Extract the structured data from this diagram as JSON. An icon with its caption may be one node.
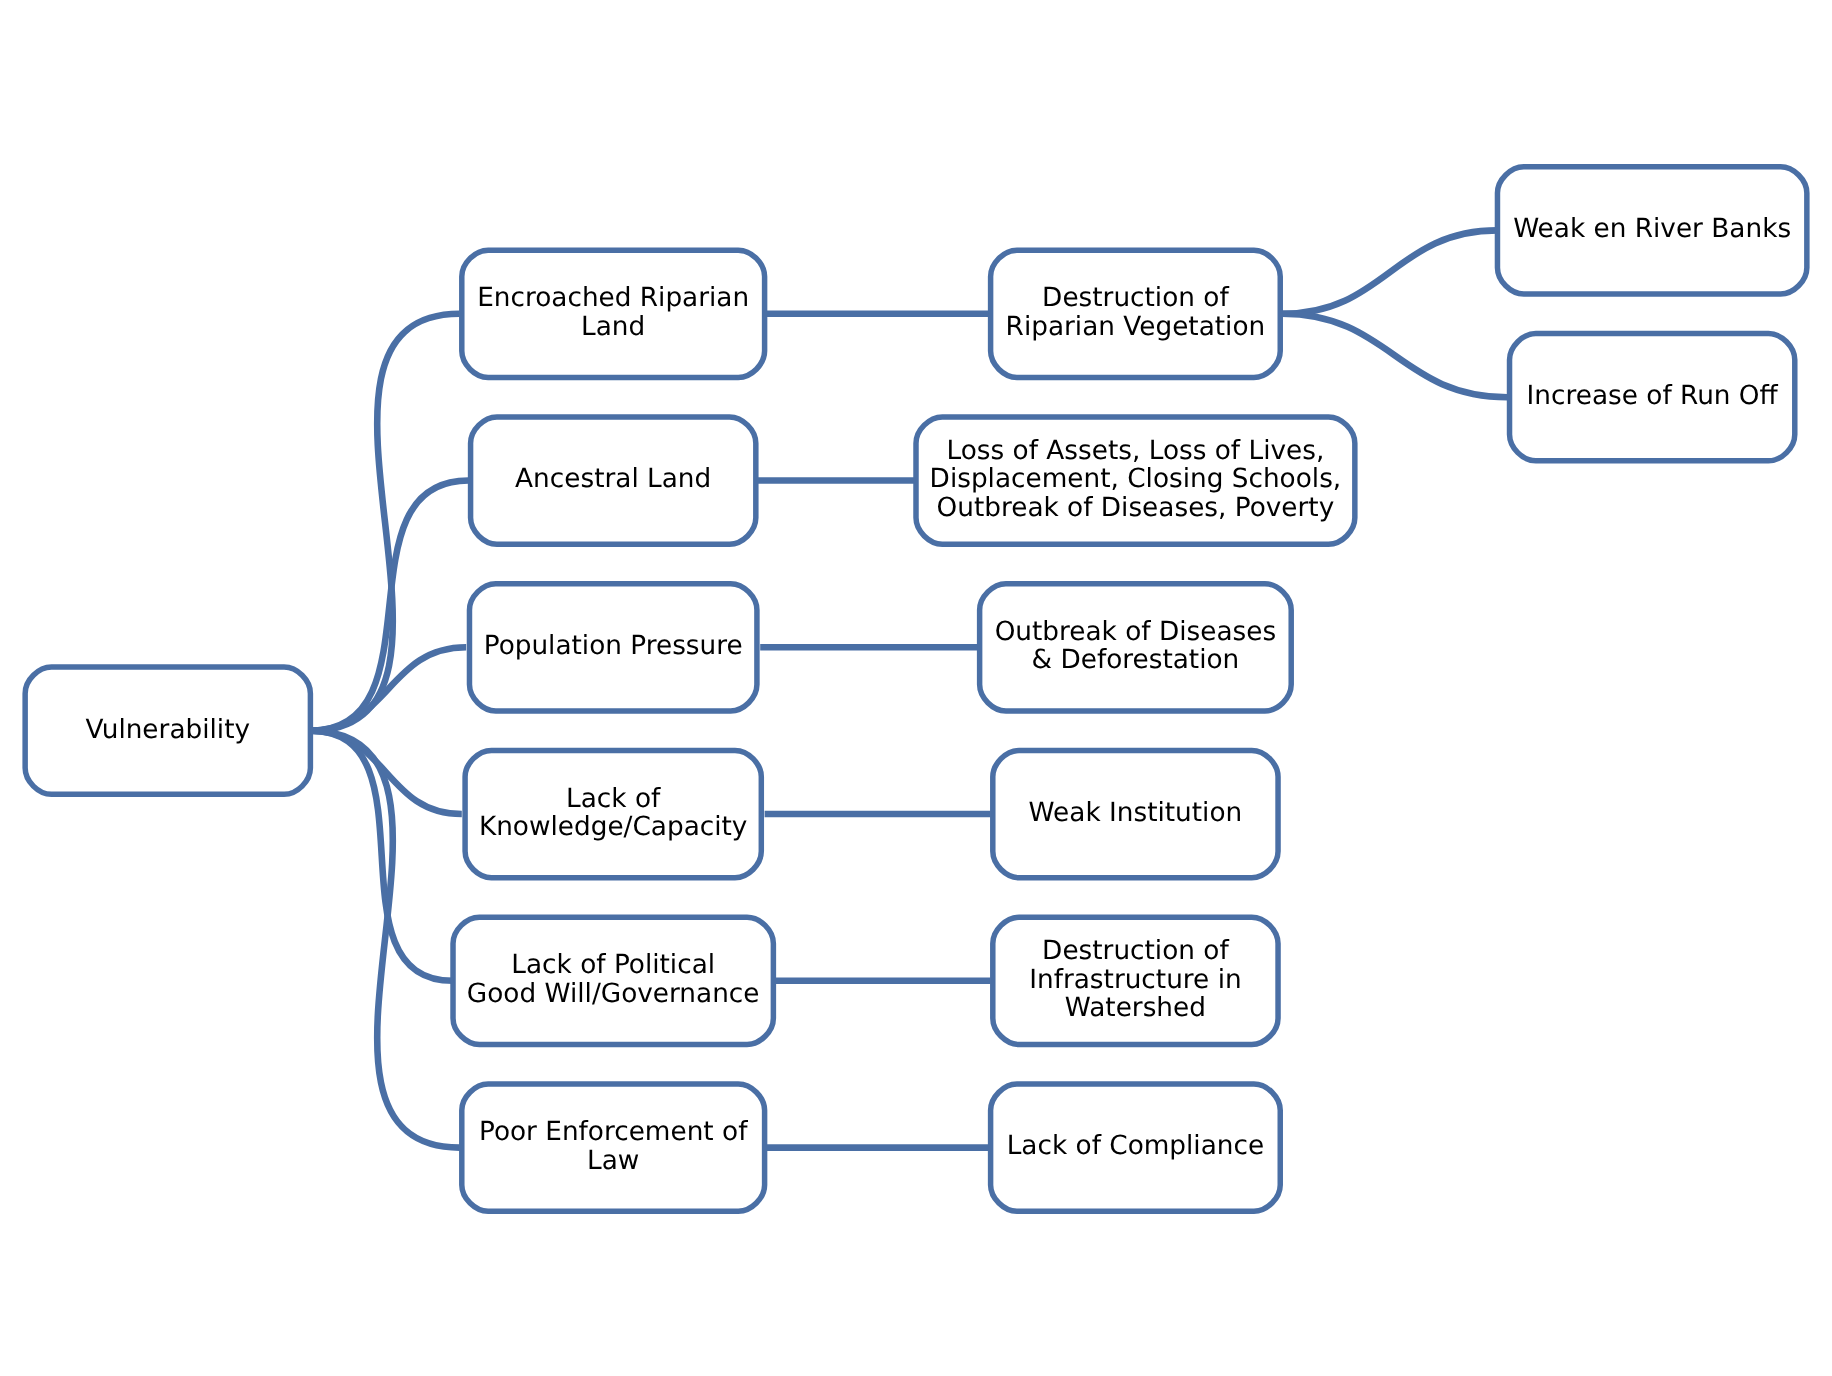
{
  "diagram": {
    "nodes": [
      {
        "text": [
          "Vulnerability"
        ]
      },
      {
        "text": [
          "Encroached Riparian Land"
        ]
      },
      {
        "text": [
          "Destruction of Riparian Vegetation"
        ]
      },
      {
        "text": [
          "Weak en River Banks"
        ]
      },
      {
        "text": [
          "Increase of Run Off"
        ]
      },
      {
        "text": [
          "Ancestral Land"
        ]
      },
      {
        "text": [
          "Loss of Assets, Loss of Lives, Displacement, Closing Schools, Outbreak of Diseases, Poverty"
        ]
      },
      {
        "text": [
          "Population Pressure"
        ]
      },
      {
        "text": [
          "Outbreak of Diseases & Deforestation"
        ]
      },
      {
        "text": [
          "Lack of Knowledge/Capacity"
        ]
      },
      {
        "text": [
          "Weak Institution"
        ]
      },
      {
        "text": [
          "Lack of Political Good Will/Governance"
        ]
      },
      {
        "text": [
          "Destruction of Infrastructure in Watershed"
        ]
      },
      {
        "text": [
          "Poor Enforcement of Law"
        ]
      },
      {
        "text": [
          "Lack of Compliance"
        ]
      }
    ],
    "edges": [
      {
        "from": 0,
        "to": 1,
        "arrow": "none"
      },
      {
        "from": 0,
        "to": 5,
        "arrow": "none"
      },
      {
        "from": 0,
        "to": 7,
        "arrow": "none"
      },
      {
        "from": 0,
        "to": 9,
        "arrow": "none"
      },
      {
        "from": 0,
        "to": 11,
        "arrow": "none"
      },
      {
        "from": 0,
        "to": 13,
        "arrow": "none"
      },
      {
        "from": 1,
        "to": 2,
        "arrow": "none"
      },
      {
        "from": 2,
        "to": 3,
        "arrow": "none"
      },
      {
        "from": 2,
        "to": 4,
        "arrow": "none"
      },
      {
        "from": 5,
        "to": 6,
        "arrow": "none"
      },
      {
        "from": 7,
        "to": 8,
        "arrow": "none"
      },
      {
        "from": 9,
        "to": 10,
        "arrow": "none"
      },
      {
        "from": 11,
        "to": 12,
        "arrow": "none"
      },
      {
        "from": 13,
        "to": 14,
        "arrow": "none"
      }
    ]
  }
}
